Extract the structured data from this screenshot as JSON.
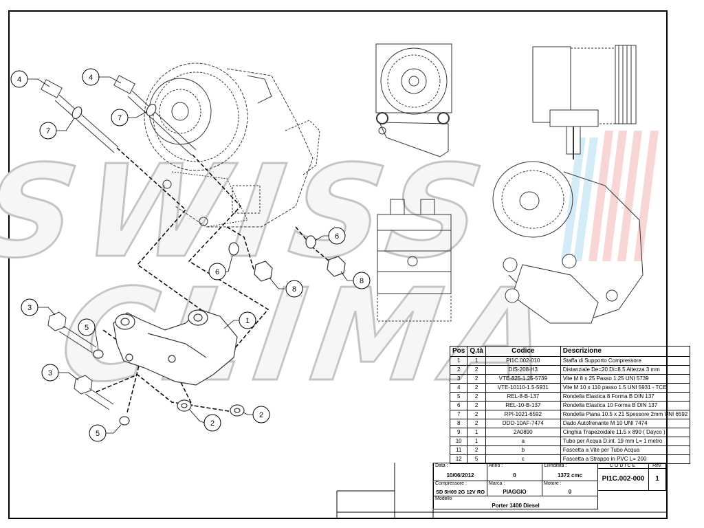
{
  "watermark": {
    "line1": "SWISS",
    "line2": "CLIMA",
    "color_fill": "#f5f5f5",
    "color_stroke": "#c8c8c8"
  },
  "callouts": [
    {
      "id": "c4a",
      "label": "4"
    },
    {
      "id": "c4b",
      "label": "4"
    },
    {
      "id": "c7a",
      "label": "7"
    },
    {
      "id": "c7b",
      "label": "7"
    },
    {
      "id": "c6a",
      "label": "6"
    },
    {
      "id": "c6b",
      "label": "6"
    },
    {
      "id": "c8a",
      "label": "8"
    },
    {
      "id": "c8b",
      "label": "8"
    },
    {
      "id": "c1",
      "label": "1"
    },
    {
      "id": "c3a",
      "label": "3"
    },
    {
      "id": "c3b",
      "label": "3"
    },
    {
      "id": "c5a",
      "label": "5"
    },
    {
      "id": "c5b",
      "label": "5"
    },
    {
      "id": "c2a",
      "label": "2"
    },
    {
      "id": "c2b",
      "label": "2"
    }
  ],
  "parts_table": {
    "headers": {
      "pos": "Pos",
      "qty": "Q.tà",
      "code": "Codice",
      "desc": "Descrizione"
    },
    "rows": [
      {
        "pos": "1",
        "qty": "1",
        "code": "PI1C.002-010",
        "desc": "Staffa di Supporto Compressore"
      },
      {
        "pos": "2",
        "qty": "2",
        "code": "DIS-208-H3",
        "desc": "Distanziale De=20 Di=8.5 Altezza 3 mm"
      },
      {
        "pos": "3",
        "qty": "2",
        "code": "VTE-825-1.25-5739",
        "desc": "Vite M 8 x 25 Passo 1.25 UNI 5739"
      },
      {
        "pos": "4",
        "qty": "2",
        "code": "VTE-10110-1.5-5931",
        "desc": "Vite M 10 x 110 passo 1.5 UNI 5931 - TCEI"
      },
      {
        "pos": "5",
        "qty": "2",
        "code": "REL-8-B-137",
        "desc": "Rondella Elastica 8 Forma B DIN 137"
      },
      {
        "pos": "6",
        "qty": "2",
        "code": "REL-10-B-137",
        "desc": "Rondella Elastica 10 Forma B DIN 137"
      },
      {
        "pos": "7",
        "qty": "2",
        "code": "RPI-1021-6592",
        "desc": "Rondella Piana 10.5 x 21 Spessore 2mm  UNI 6592"
      },
      {
        "pos": "8",
        "qty": "2",
        "code": "DDO-10AF-7474",
        "desc": "Dado Autofrenante M 10 UNI 7474"
      },
      {
        "pos": "9",
        "qty": "1",
        "code": "2A0890",
        "desc": "Cinghia Trapezoidale 11.5 x 890 ( Dayco )"
      },
      {
        "pos": "10",
        "qty": "1",
        "code": "a",
        "desc": "Tubo per Acqua D.int. 19 mm L= 1 metro"
      },
      {
        "pos": "11",
        "qty": "2",
        "code": "b",
        "desc": "Fascetta a Vite per Tubo Acqua"
      },
      {
        "pos": "12",
        "qty": "5",
        "code": "c",
        "desc": "Fascetta a Strappo in PVC L= 200"
      }
    ]
  },
  "title_block": {
    "data_label": "Data :",
    "data_value": "10/06/2012",
    "anno_label": "Anno :",
    "anno_value": "0",
    "cilindrata_label": "Cilindrata :",
    "cilindrata_value": "1372  cmc",
    "codice_label": "CODICE",
    "codice_value": "PI1C.002-000",
    "rev_label": "Rev.",
    "rev_value": "1",
    "compressore_label": "Compressore :",
    "compressore_value": "SD 5H09 2G 12V RO",
    "marca_label": "Marca :",
    "marca_value": "PIAGGIO",
    "motore_label": "Motore :",
    "motore_value": "0",
    "modello_label": "Modello",
    "modello_value": "Porter 1400 Diesel"
  }
}
